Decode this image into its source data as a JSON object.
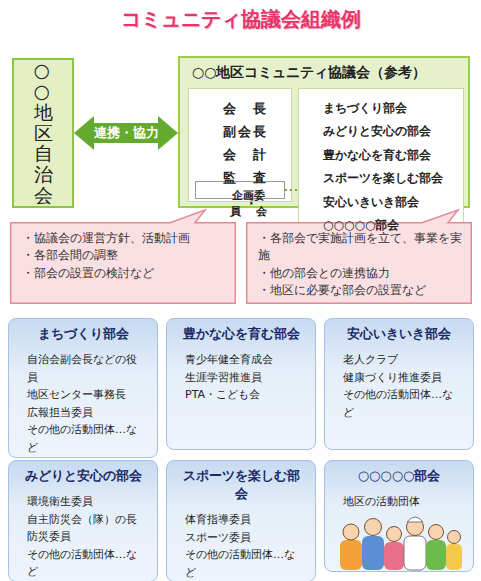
{
  "diagram": {
    "title": "コミュニティ協議会組織例",
    "nodes": [
      {
        "text": [
          "○○地区自治会"
        ]
      },
      {
        "text": [
          "○○地区コミュニティ協議会（参考）"
        ]
      },
      {
        "text": [
          "会長",
          "副会長",
          "会計",
          "監査"
        ],
        "in": 1
      },
      {
        "text": [
          "企画委員会"
        ],
        "in": 2
      },
      {
        "text": [
          "まちづくり部会",
          "みどりと安心の部会",
          "豊かな心を育む部会",
          "スポーツを楽しむ部会",
          "安心いきいき部会",
          "○○○○○部会"
        ],
        "in": 1
      },
      {
        "text": [
          "・協議会の運営方針、活動計画",
          "・各部会間の調整",
          "・部会の設置の検討など"
        ]
      },
      {
        "text": [
          "・各部会で実施計画を立て、事業を実施",
          "・他の部会との連携協力",
          "・地区に必要な部会の設置など"
        ]
      },
      {
        "text": [
          "まちづくり部会",
          "自治会副会長などの役員",
          "地区センター事務長",
          "広報担当委員",
          "その他の活動団体…など"
        ]
      },
      {
        "text": [
          "豊かな心を育む部会",
          "青少年健全育成会",
          "生涯学習推進員",
          "PTA・こども会"
        ]
      },
      {
        "text": [
          "安心いきいき部会",
          "老人クラブ",
          "健康づくり推進委員",
          "その他の活動団体…など"
        ]
      },
      {
        "text": [
          "みどりと安心の部会",
          "環境衛生委員",
          "自主防災会（隊）の長",
          "防災委員",
          "その他の活動団体…など"
        ]
      },
      {
        "text": [
          "スポーツを楽しむ部会",
          "体育指導委員",
          "スポーツ委員",
          "その他の活動団体…など"
        ]
      },
      {
        "text": [
          "○○○○○部会",
          "地区の活動団体"
        ]
      }
    ],
    "edges": [
      {
        "from": 0,
        "to": 1,
        "arrow": "both",
        "label": "連携・協力"
      },
      {
        "from": 3,
        "to": 4,
        "arrow": "none"
      }
    ],
    "labels": [
      "⋮"
    ]
  }
}
